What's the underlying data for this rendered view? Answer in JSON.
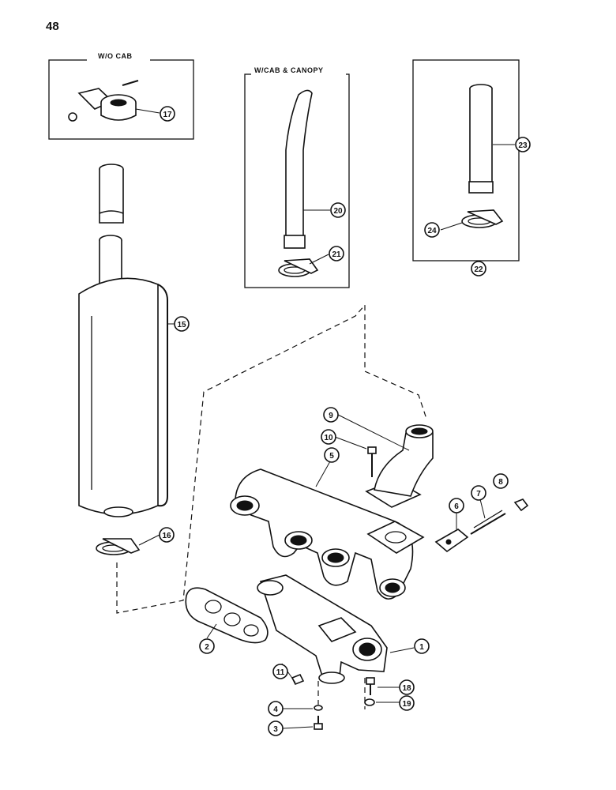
{
  "page": {
    "number": "48"
  },
  "boxes": {
    "without_cab": {
      "title": "W/O CAB"
    },
    "with_cab_canopy": {
      "title": "W/CAB & CANOPY"
    },
    "stack_kit": {
      "label": "22"
    }
  },
  "callouts": {
    "c1": "1",
    "c2": "2",
    "c3": "3",
    "c4": "4",
    "c5": "5",
    "c6": "6",
    "c7": "7",
    "c8": "8",
    "c9": "9",
    "c10": "10",
    "c11": "11",
    "c15": "15",
    "c16": "16",
    "c17": "17",
    "c18": "18",
    "c19": "19",
    "c20": "20",
    "c21": "21",
    "c22": "22",
    "c23": "23",
    "c24": "24"
  }
}
